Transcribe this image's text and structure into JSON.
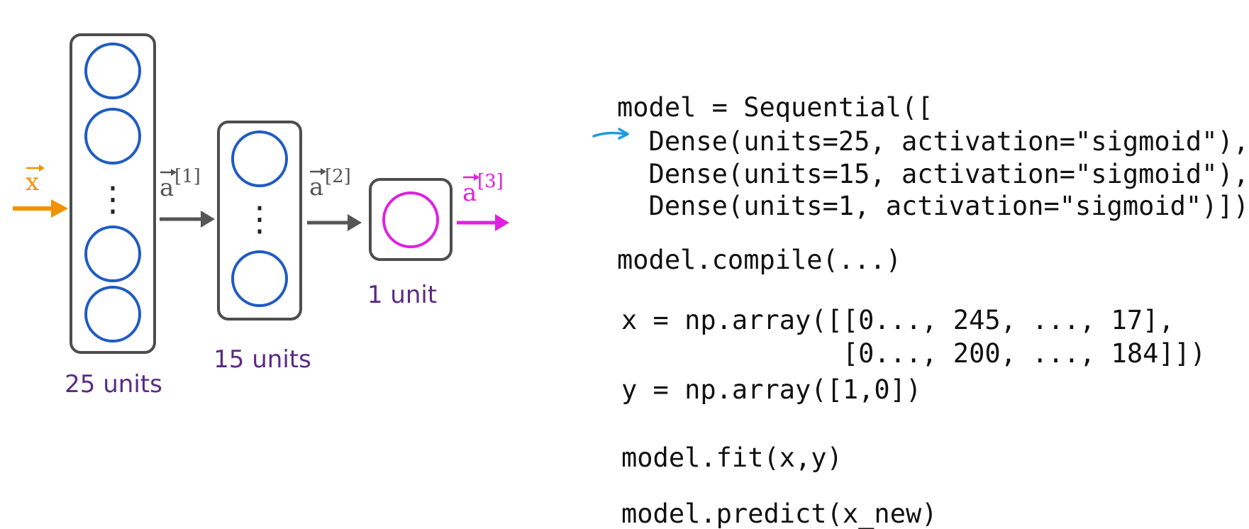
{
  "diagram": {
    "input_label": "x",
    "layers": [
      {
        "units_label": "25 units"
      },
      {
        "units_label": "15 units"
      },
      {
        "units_label": "1 unit"
      }
    ],
    "activation_labels": [
      {
        "base": "a",
        "superscript": "[1]"
      },
      {
        "base": "a",
        "superscript": "[2]"
      },
      {
        "base": "a",
        "superscript": "[3]"
      }
    ],
    "ellipsis": "⋮",
    "colors": {
      "input": "#f39200",
      "neuron_blue": "#1f5bc4",
      "neuron_magenta": "#e020e0",
      "box_border": "#4d4d4d",
      "arrow_gray": "#555555",
      "unit_label_purple": "#5b2a86"
    }
  },
  "code": {
    "lines": [
      "model = Sequential([",
      "  Dense(units=25, activation=\"sigmoid\"),",
      "  Dense(units=15, activation=\"sigmoid\"),",
      "  Dense(units=1, activation=\"sigmoid\")])",
      "model.compile(...)",
      "x = np.array([[0..., 245, ..., 17],",
      "              [0..., 200, ..., 184]])",
      "y = np.array([1,0])",
      "model.fit(x,y)",
      "model.predict(x_new)"
    ],
    "cursor_icon": "pointer-arrow-icon",
    "cursor_color": "#1e9be0"
  }
}
